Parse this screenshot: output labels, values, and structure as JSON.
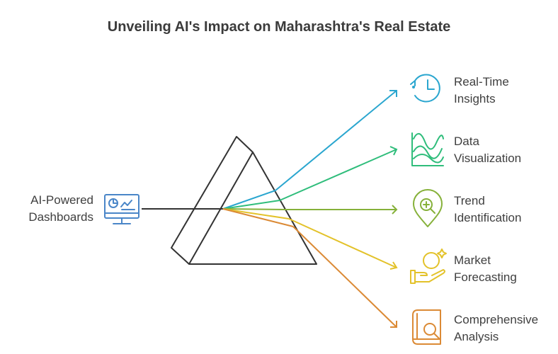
{
  "title": "Unveiling AI's Impact on Maharashtra's Real Estate",
  "source": {
    "line1": "AI-Powered",
    "line2": "Dashboards",
    "icon": "dashboard-monitor-icon",
    "color": "#4a86c8"
  },
  "outputs": [
    {
      "line1": "Real-Time",
      "line2": "Insights",
      "icon": "clock-refresh-icon",
      "color": "#2aa6cf"
    },
    {
      "line1": "Data",
      "line2": "Visualization",
      "icon": "wave-chart-icon",
      "color": "#2fbd7b"
    },
    {
      "line1": "Trend",
      "line2": "Identification",
      "icon": "location-zoom-icon",
      "color": "#86b13a"
    },
    {
      "line1": "Market",
      "line2": "Forecasting",
      "icon": "hand-coin-icon",
      "color": "#e3c22a"
    },
    {
      "line1": "Comprehensive",
      "line2": "Analysis",
      "icon": "book-search-icon",
      "color": "#db8a35"
    }
  ]
}
